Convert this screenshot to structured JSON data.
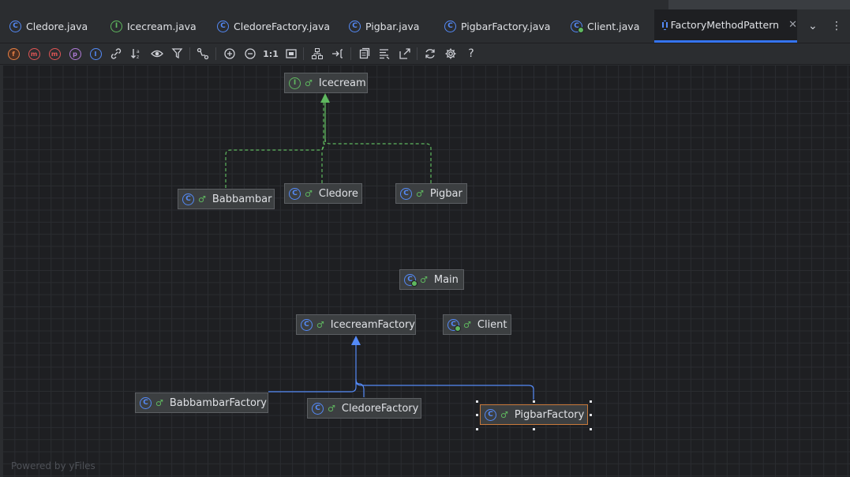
{
  "tabs": [
    {
      "label": "Cledore.java",
      "icon": "class-icon"
    },
    {
      "label": "Icecream.java",
      "icon": "interface-icon"
    },
    {
      "label": "CledoreFactory.java",
      "icon": "class-icon"
    },
    {
      "label": "Pigbar.java",
      "icon": "class-icon"
    },
    {
      "label": "PigbarFactory.java",
      "icon": "class-icon"
    },
    {
      "label": "Client.java",
      "icon": "main-class-icon"
    },
    {
      "label": "FactoryMethodPattern",
      "icon": "diagram-icon",
      "active": true
    }
  ],
  "toolbar": {
    "zoom_actual": "1:1",
    "help": "?"
  },
  "diagram": {
    "nodes": {
      "icecream": {
        "label": "Icecream",
        "kind": "interface"
      },
      "babbambar": {
        "label": "Babbambar",
        "kind": "class"
      },
      "cledore": {
        "label": "Cledore",
        "kind": "class"
      },
      "pigbar": {
        "label": "Pigbar",
        "kind": "class"
      },
      "main": {
        "label": "Main",
        "kind": "main-class"
      },
      "icecream_factory": {
        "label": "IcecreamFactory",
        "kind": "class"
      },
      "client": {
        "label": "Client",
        "kind": "main-class"
      },
      "babbambar_factory": {
        "label": "BabbambarFactory",
        "kind": "class"
      },
      "cledore_factory": {
        "label": "CledoreFactory",
        "kind": "class"
      },
      "pigbar_factory": {
        "label": "PigbarFactory",
        "kind": "class",
        "selected": true
      }
    },
    "icon_letters": {
      "class": "C",
      "interface": "I"
    },
    "visibility_glyph": "♂"
  },
  "footer": {
    "powered_by": "Powered by yFiles"
  },
  "colors": {
    "background": "#1e1f22",
    "realization_edge": "#5fb85f",
    "inheritance_edge": "#548af7",
    "selection": "#c97a3c",
    "accent_tab": "#3574f0"
  }
}
